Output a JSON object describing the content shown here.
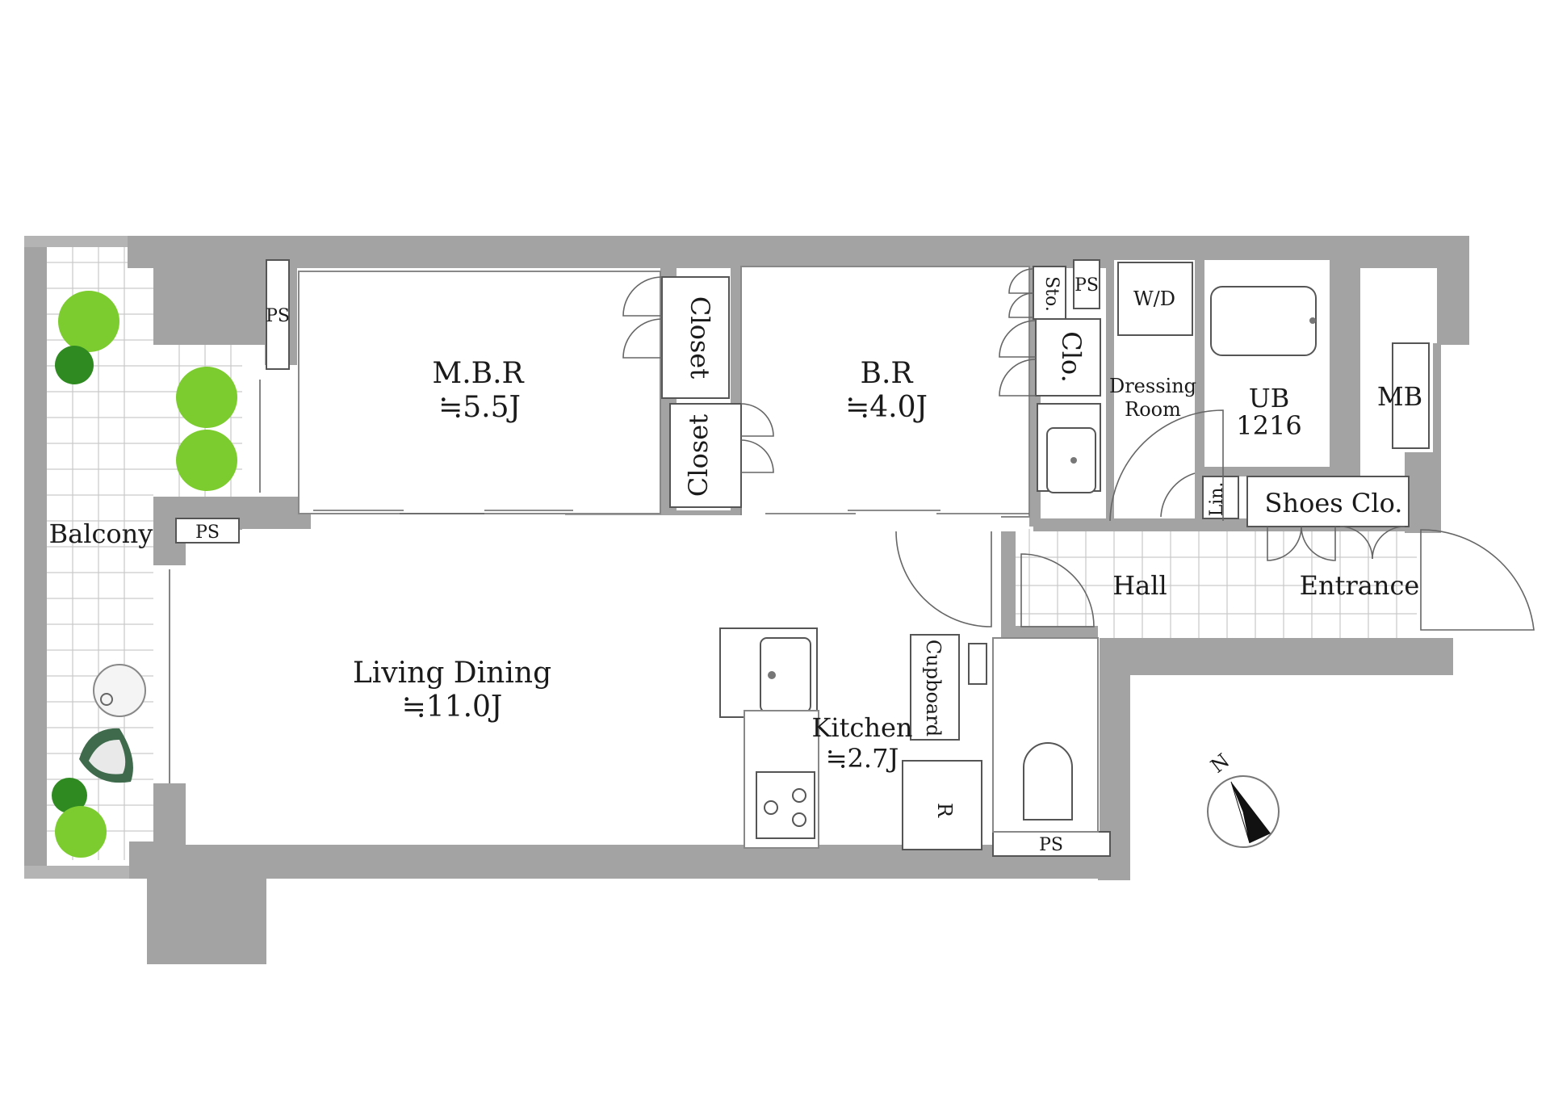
{
  "rooms": {
    "mbr": {
      "name": "M.B.R",
      "area": "≒5.5J"
    },
    "br": {
      "name": "B.R",
      "area": "≒4.0J"
    },
    "living": {
      "name": "Living Dining",
      "area": "≒11.0J"
    },
    "kitchen": {
      "name": "Kitchen",
      "area": "≒2.7J"
    },
    "balcony": {
      "name": "Balcony"
    },
    "dressing": {
      "line1": "Dressing",
      "line2": "Room"
    },
    "ub": {
      "line1": "UB",
      "line2": "1216"
    },
    "hall": {
      "name": "Hall"
    },
    "entrance": {
      "name": "Entrance"
    }
  },
  "labels": {
    "closet": "Closet",
    "sto": "Sto.",
    "clo": "Clo.",
    "lin": "Lin.",
    "shoes": "Shoes Clo.",
    "cupboard": "Cupboard",
    "mb": "MB",
    "wd": "W/D",
    "ps": "PS",
    "fridge": "R",
    "compass": "N"
  },
  "colors": {
    "wall": "#a3a3a3",
    "tree_light": "#7ccc2f",
    "tree_dark": "#2f8a22",
    "chair": "#3f6b4c"
  }
}
